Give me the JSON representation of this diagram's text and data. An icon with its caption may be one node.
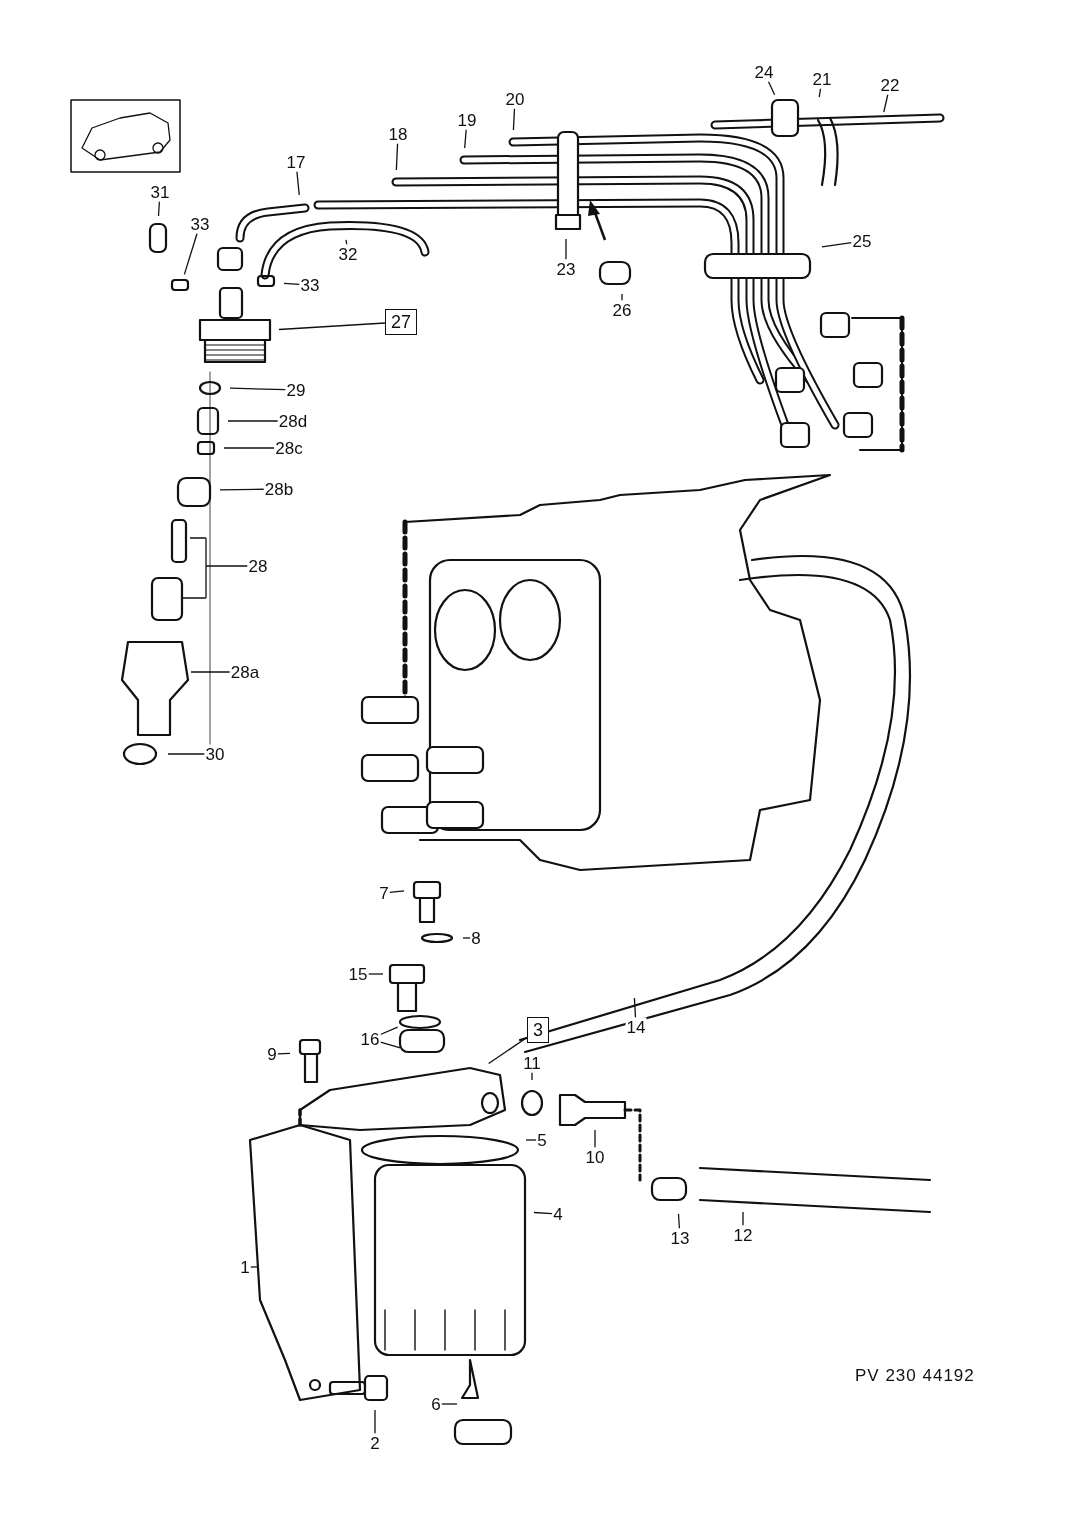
{
  "diagram": {
    "nodes": [
      {
        "text": [
          "24"
        ]
      },
      {
        "text": [
          "21"
        ]
      },
      {
        "text": [
          "22"
        ]
      },
      {
        "text": [
          "20"
        ]
      },
      {
        "text": [
          "19"
        ]
      },
      {
        "text": [
          "18"
        ]
      },
      {
        "text": [
          "17"
        ]
      },
      {
        "text": [
          "31"
        ]
      },
      {
        "text": [
          "33"
        ]
      },
      {
        "text": [
          "25"
        ]
      },
      {
        "text": [
          "32"
        ]
      },
      {
        "text": [
          "23"
        ]
      },
      {
        "text": [
          "33"
        ]
      },
      {
        "text": [
          "26"
        ]
      },
      {
        "text": [
          "27"
        ]
      },
      {
        "text": [
          "29"
        ]
      },
      {
        "text": [
          "28d"
        ]
      },
      {
        "text": [
          "28c"
        ]
      },
      {
        "text": [
          "28b"
        ]
      },
      {
        "text": [
          "28"
        ]
      },
      {
        "text": [
          "28a"
        ]
      },
      {
        "text": [
          "30"
        ]
      },
      {
        "text": [
          "7"
        ]
      },
      {
        "text": [
          "8"
        ]
      },
      {
        "text": [
          "15"
        ]
      },
      {
        "text": [
          "14"
        ]
      },
      {
        "text": [
          "16"
        ]
      },
      {
        "text": [
          "3"
        ]
      },
      {
        "text": [
          "9"
        ]
      },
      {
        "text": [
          "11"
        ]
      },
      {
        "text": [
          "5"
        ]
      },
      {
        "text": [
          "10"
        ]
      },
      {
        "text": [
          "4"
        ]
      },
      {
        "text": [
          "13"
        ]
      },
      {
        "text": [
          "12"
        ]
      },
      {
        "text": [
          "1"
        ]
      },
      {
        "text": [
          "6"
        ]
      },
      {
        "text": [
          "2"
        ]
      }
    ],
    "edges": [
      {
        "from": 0,
        "to": null,
        "arrow": "none"
      },
      {
        "from": 1,
        "to": null,
        "arrow": "none"
      },
      {
        "from": 2,
        "to": null,
        "arrow": "none"
      },
      {
        "from": 3,
        "to": null,
        "arrow": "none"
      },
      {
        "from": 4,
        "to": null,
        "arrow": "none"
      },
      {
        "from": 5,
        "to": null,
        "arrow": "none"
      },
      {
        "from": 6,
        "to": null,
        "arrow": "none"
      },
      {
        "from": 7,
        "to": null,
        "arrow": "none"
      },
      {
        "from": 8,
        "to": null,
        "arrow": "none"
      },
      {
        "from": 9,
        "to": null,
        "arrow": "none"
      },
      {
        "from": 10,
        "to": null,
        "arrow": "none"
      },
      {
        "from": 11,
        "to": null,
        "arrow": "none"
      },
      {
        "from": 12,
        "to": null,
        "arrow": "none"
      },
      {
        "from": 13,
        "to": null,
        "arrow": "none"
      },
      {
        "from": 14,
        "to": null,
        "arrow": "none"
      },
      {
        "from": 15,
        "to": null,
        "arrow": "none"
      },
      {
        "from": 16,
        "to": null,
        "arrow": "none"
      },
      {
        "from": 17,
        "to": null,
        "arrow": "none"
      },
      {
        "from": 18,
        "to": null,
        "arrow": "none"
      },
      {
        "from": 19,
        "to": null,
        "arrow": "none"
      },
      {
        "from": 20,
        "to": null,
        "arrow": "none"
      },
      {
        "from": 21,
        "to": null,
        "arrow": "none"
      },
      {
        "from": 22,
        "to": null,
        "arrow": "none"
      },
      {
        "from": 23,
        "to": null,
        "arrow": "none"
      },
      {
        "from": 24,
        "to": null,
        "arrow": "none"
      },
      {
        "from": 25,
        "to": null,
        "arrow": "none"
      },
      {
        "from": 26,
        "to": null,
        "arrow": "none"
      },
      {
        "from": 26,
        "to": null,
        "arrow": "none"
      },
      {
        "from": 27,
        "to": null,
        "arrow": "none"
      },
      {
        "from": 28,
        "to": null,
        "arrow": "none"
      },
      {
        "from": 29,
        "to": null,
        "arrow": "none"
      },
      {
        "from": 30,
        "to": null,
        "arrow": "none"
      },
      {
        "from": 31,
        "to": null,
        "arrow": "none"
      },
      {
        "from": 32,
        "to": null,
        "arrow": "none"
      },
      {
        "from": 33,
        "to": null,
        "arrow": "none"
      },
      {
        "from": 34,
        "to": null,
        "arrow": "none"
      },
      {
        "from": 35,
        "to": null,
        "arrow": "none"
      },
      {
        "from": 36,
        "to": null,
        "arrow": "none"
      },
      {
        "from": 37,
        "to": null,
        "arrow": "none"
      }
    ],
    "labels": [
      "PV 230 44192"
    ]
  }
}
